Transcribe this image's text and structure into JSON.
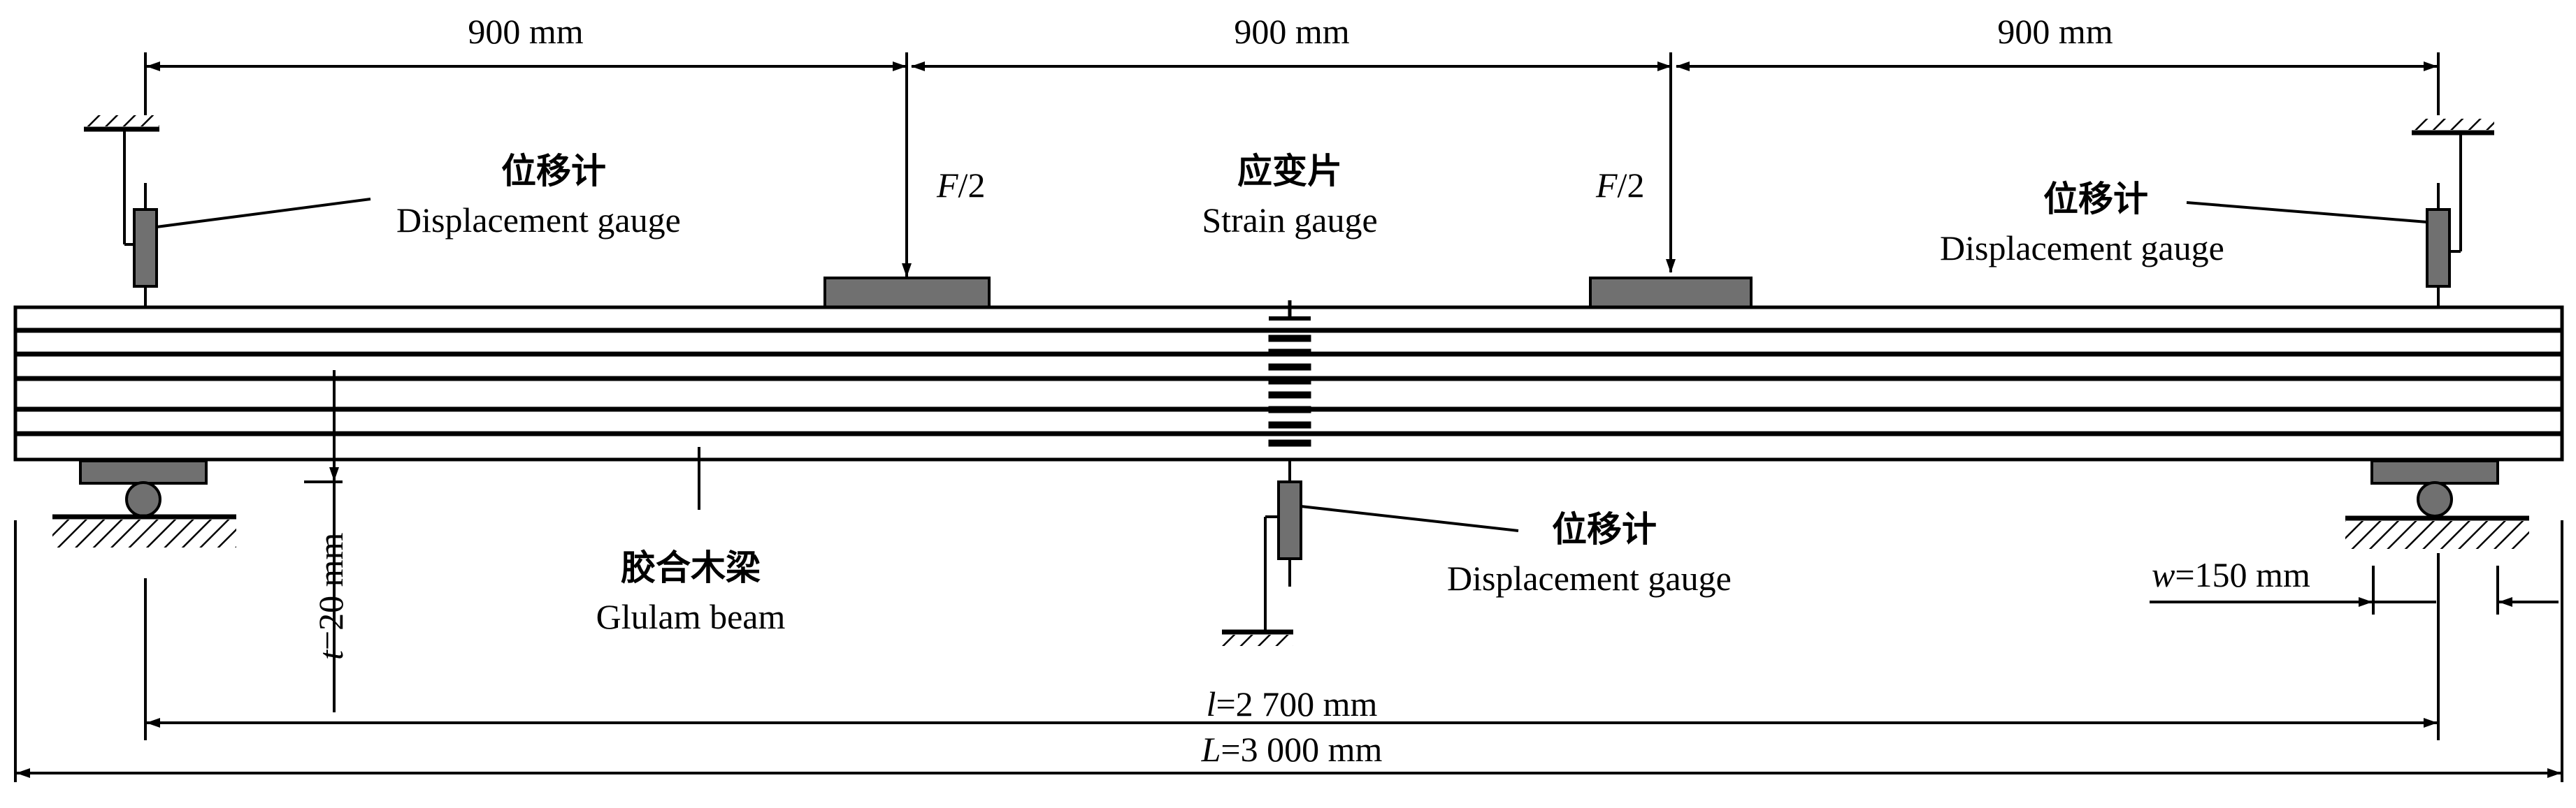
{
  "labels": {
    "span_left": "900 mm",
    "span_middle": "900 mm",
    "span_right": "900 mm",
    "load_left": "F",
    "load_right": "F",
    "load_suffix": "/2",
    "gauge_left_zh": "位移计",
    "gauge_left_en": "Displacement gauge",
    "gauge_right_zh": "位移计",
    "gauge_right_en": "Displacement gauge",
    "gauge_mid_zh": "位移计",
    "gauge_mid_en": "Displacement gauge",
    "strain_zh": "应变片",
    "strain_en": "Strain gauge",
    "beam_zh": "胶合木梁",
    "beam_en": "Glulam beam",
    "t_symbol": "t",
    "t_value": "=20 mm",
    "w_symbol": "w",
    "w_value": "=150 mm",
    "l_symbol": "l",
    "l_value": "=2 700 mm",
    "L_symbol": "L",
    "L_value": "=3 000 mm"
  },
  "colors": {
    "line": "#000000",
    "component_fill": "#707070",
    "background": "#ffffff"
  }
}
